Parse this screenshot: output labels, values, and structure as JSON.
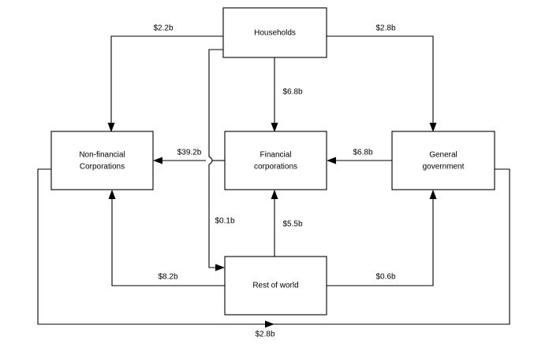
{
  "diagram": {
    "type": "flow-diagram",
    "title": "",
    "background_color": "#ffffff",
    "line_color": "#000000",
    "currency_unit": "b",
    "nodes": [
      {
        "id": "households",
        "label": "Households",
        "line1": "Households",
        "line2": ""
      },
      {
        "id": "nonfinancial",
        "label": "Non-financial Corporations",
        "line1": "Non-financial",
        "line2": "Corporations"
      },
      {
        "id": "financial",
        "label": "Financial corporations",
        "line1": "Financial",
        "line2": "corporations"
      },
      {
        "id": "government",
        "label": "General government",
        "line1": "General",
        "line2": "government"
      },
      {
        "id": "restofworld",
        "label": "Rest of world",
        "line1": "Rest of world",
        "line2": ""
      }
    ],
    "edges": [
      {
        "id": "e1",
        "from": "households",
        "to": "nonfinancial",
        "value": "$2.2b"
      },
      {
        "id": "e2",
        "from": "households",
        "to": "government",
        "value": "$2.8b"
      },
      {
        "id": "e3",
        "from": "households",
        "to": "financial",
        "value": "$6.8b"
      },
      {
        "id": "e4",
        "from": "financial",
        "to": "nonfinancial",
        "value": "$39.2b"
      },
      {
        "id": "e5",
        "from": "government",
        "to": "financial",
        "value": "$6.8b"
      },
      {
        "id": "e6",
        "from": "households",
        "to": "restofworld",
        "value": "$0.1b"
      },
      {
        "id": "e7",
        "from": "restofworld",
        "to": "financial",
        "value": "$5.5b"
      },
      {
        "id": "e8",
        "from": "restofworld",
        "to": "nonfinancial",
        "value": "$8.2b"
      },
      {
        "id": "e9",
        "from": "restofworld",
        "to": "government",
        "value": "$0.6b"
      },
      {
        "id": "e10",
        "from": "nonfinancial",
        "to": "government",
        "value": "$2.8b"
      }
    ]
  }
}
